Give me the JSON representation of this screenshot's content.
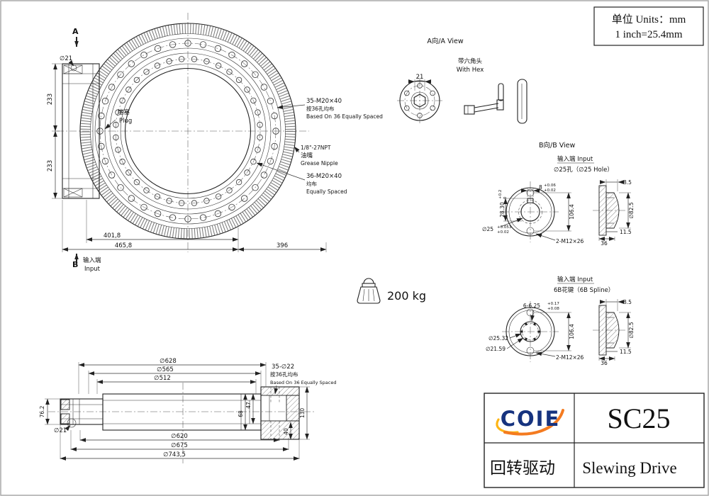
{
  "units_box": {
    "line1": "单位 Units：mm",
    "line2": "1 inch=25.4mm"
  },
  "main_view": {
    "section_a": "A",
    "section_b": "B",
    "dia21": "∅21",
    "dim233_upper": "233",
    "dim233_lower": "233",
    "plug_cn": "堵塞",
    "plug_en": "Plug",
    "outer_bolts_line1": "35-M20×40",
    "outer_bolts_line2": "按36孔均布",
    "outer_bolts_line3": "Based On 36 Equally Spaced",
    "npt": "1/8\"-27NPT",
    "grease_cn": "油嘴",
    "grease_en": "Grease Nipple",
    "inner_bolts_line1": "36-M20×40",
    "inner_bolts_line2": "均布",
    "inner_bolts_line3": "Equally Spaced",
    "dim401_8": "401,8",
    "dim465_8": "465,8",
    "dim396": "396",
    "input_cn": "输入端",
    "input_en": "Input"
  },
  "a_view": {
    "title": "A向/A View",
    "hex_cn": "带六角头",
    "hex_en": "With Hex",
    "dim21": "21"
  },
  "b_view": {
    "title": "B向/B View",
    "input_label": "输入端 Input",
    "hole_label": "∅25孔（∅25 Hole）",
    "dim8": "8",
    "dim8_tol_up": "+0.06",
    "dim8_tol_dn": "+0.02",
    "dim28_30": "28.30",
    "dim28_30_tol_up": "+0.2",
    "dim28_30_tol_dn": "0",
    "dim106_4": "106.4",
    "dia25": "∅25",
    "dia25_tol_up": "+0.053",
    "dia25_tol_dn": "+0.02",
    "bolts": "2-M12×26",
    "dim8_5": "8.5",
    "dia82_5": "∅82.5",
    "dim36": "36",
    "dim11_5": "11.5"
  },
  "spline_view": {
    "input_label": "输入端 Input",
    "spline_label": "6B花键（6B Spline）",
    "dim6_25": "6-6.25",
    "dim6_25_tol_up": "+0.17",
    "dim6_25_tol_dn": "+0.08",
    "dia25_32": "∅25.32",
    "dia21_59": "∅21.59",
    "dim106_4": "106.4",
    "bolts": "2-M12×26",
    "dim8_5": "8.5",
    "dia82_5": "∅82.5",
    "dim36": "36",
    "dim11_5": "11.5"
  },
  "weight": {
    "value": "200 kg"
  },
  "section_view": {
    "dia628": "∅628",
    "dia565": "∅565",
    "dia512": "∅512",
    "holes_line1": "35-∅22",
    "holes_line2": "按36孔均布",
    "holes_line3": "Based On 36 Equally Spaced",
    "dim76_2": "76.2",
    "dia21": "∅21",
    "dim47": "47",
    "dim68": "68",
    "dim130": "130",
    "dim40": "40",
    "dia620": "∅620",
    "dia675": "∅675",
    "dia743_5": "∅743,5"
  },
  "title_block": {
    "logo_text": "COIE",
    "model": "SC25",
    "product_cn": "回转驱动",
    "product_en": "Slewing Drive"
  }
}
